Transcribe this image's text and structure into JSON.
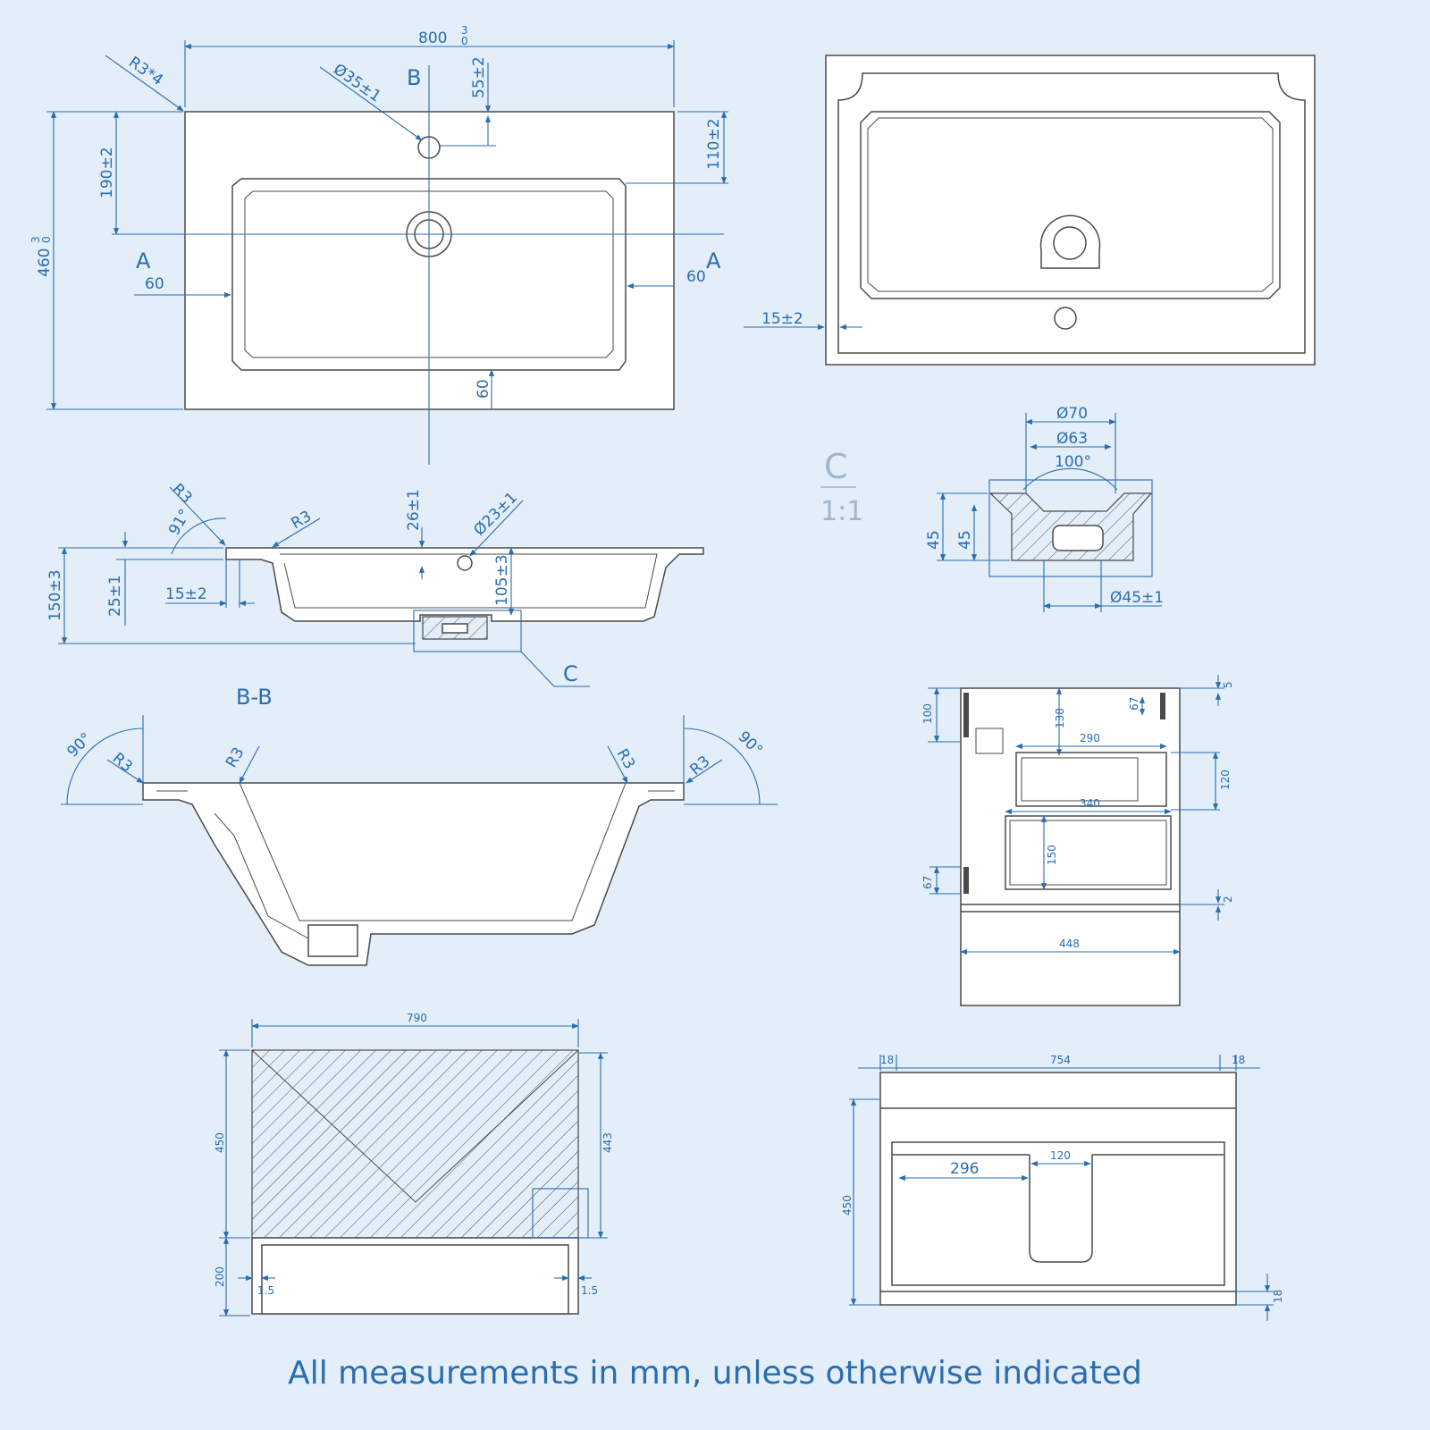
{
  "footer_note": "All measurements in mm, unless otherwise indicated",
  "top_view": {
    "width": "800",
    "width_tol_upper": "3",
    "width_tol_lower": "0",
    "depth": "460",
    "depth_tol_upper": "3",
    "depth_tol_lower": "0",
    "corner_radius": "R3*4",
    "tap_hole": "Ø35±1",
    "tap_offset": "55±2",
    "rim_back": "110±2",
    "waste_offset": "190±2",
    "side_left": "60",
    "side_right": "60",
    "front_rim": "60",
    "section_a": "A",
    "section_b": "B"
  },
  "iso_view": {
    "rim": "15±2"
  },
  "side_section": {
    "r_corner": "R3",
    "angle": "91°",
    "r_inner": "R3",
    "overflow_depth": "26±1",
    "overflow_hole": "Ø23±1",
    "height": "150±3",
    "rim_thickness": "25±1",
    "rim_width": "15±2",
    "bowl_depth": "105±3",
    "detail_label": "C"
  },
  "detail_c": {
    "title": "C",
    "scale": "1:1",
    "d70": "Ø70",
    "d63": "Ø63",
    "angle": "100°",
    "h45a": "45",
    "h45b": "45",
    "d45": "Ø45±1"
  },
  "section_bb": {
    "title": "B-B",
    "angle_left": "90°",
    "angle_right": "90°",
    "r1": "R3",
    "r2": "R3",
    "r3": "R3",
    "r4": "R3"
  },
  "cabinet_side": {
    "top_gap": "5",
    "h100": "100",
    "h67_top": "67",
    "h138": "138",
    "w290": "290",
    "h120": "120",
    "w340": "340",
    "h150": "150",
    "h67_bottom": "67",
    "h2": "2",
    "w448": "448"
  },
  "cabinet_front": {
    "width": "790",
    "height": "450",
    "door_height": "443",
    "leg_height": "200",
    "gap_left": "1.5",
    "gap_right": "1.5"
  },
  "cabinet_top": {
    "side_left": "18",
    "inner": "754",
    "side_right": "18",
    "height": "450",
    "cutout_offset": "296",
    "cutout_width": "120",
    "base": "18"
  }
}
